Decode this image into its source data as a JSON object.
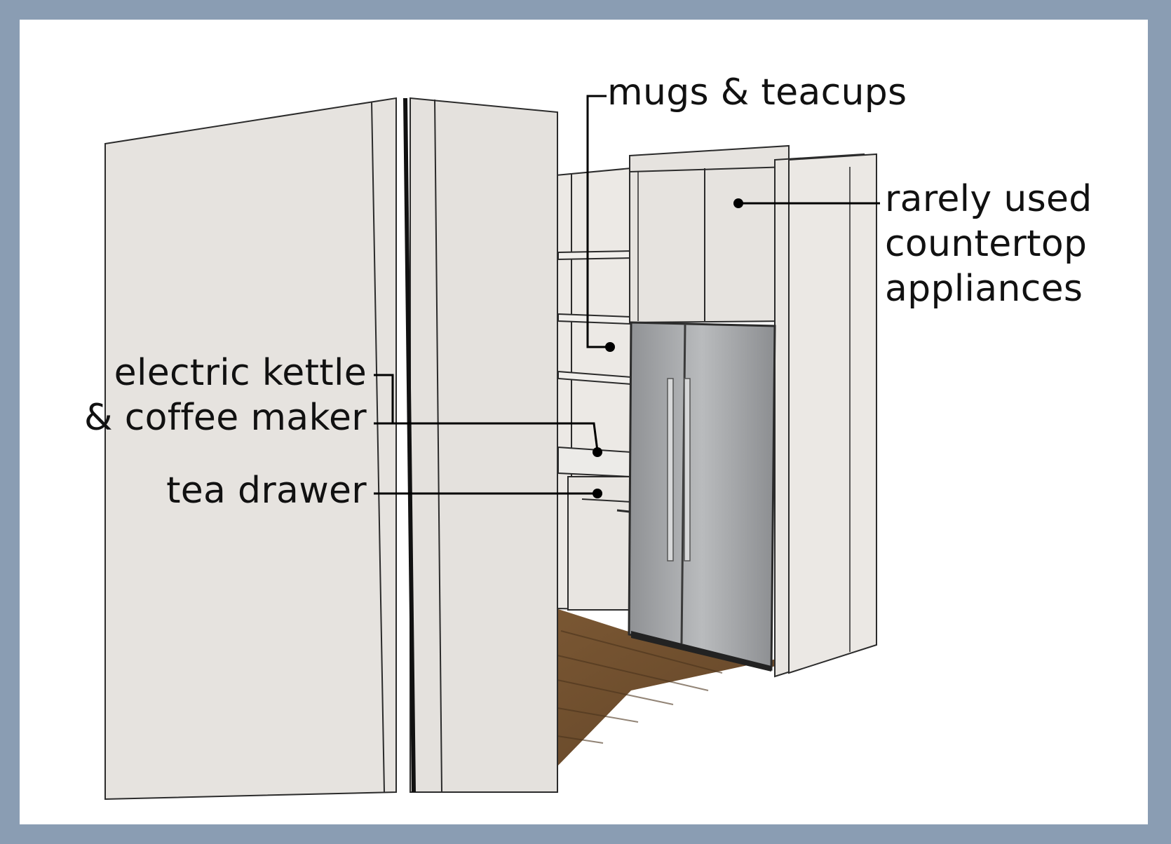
{
  "annotations": {
    "mugs": "mugs & teacups",
    "rarely_line1": "rarely used",
    "rarely_line2": "countertop",
    "rarely_line3": "appliances",
    "kettle_line1": "electric kettle",
    "kettle_line2": "& coffee maker",
    "tea": "tea drawer"
  },
  "colors": {
    "border": "#8a9db3",
    "background": "#ffffff",
    "wall": "#e6e3df",
    "outline": "#2b2b2b",
    "fridge": "#a9abad",
    "floor": "#6f4f2e",
    "label_text": "#111111"
  }
}
